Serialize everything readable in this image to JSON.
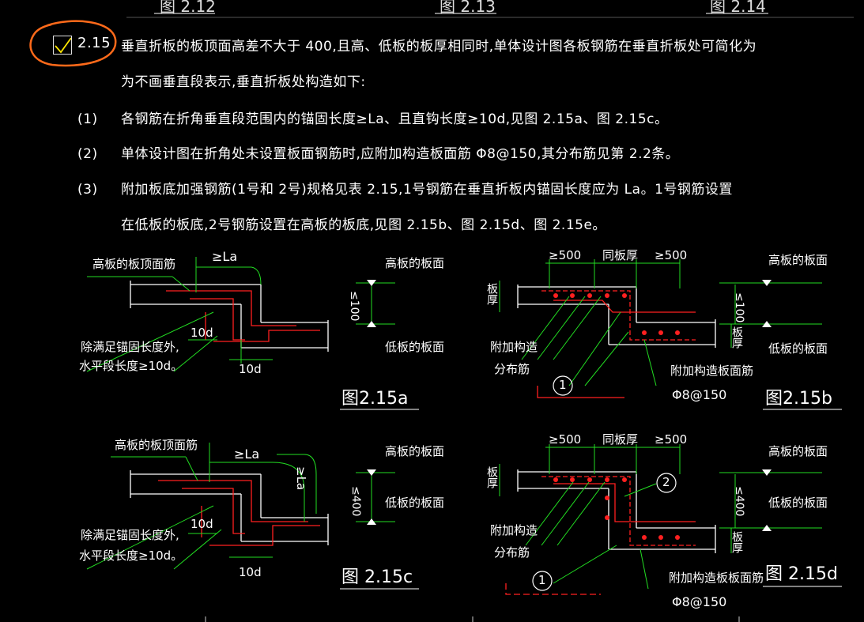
{
  "top_figs": [
    "图 2.12",
    "图 2.13",
    "图 2.14"
  ],
  "section_number": "2.15",
  "intro_line1": "垂直折板的板顶面高差不大于 400,且高、低板的板厚相同时,单体设计图各板钢筋在垂直折板处可简化为",
  "intro_line2": "为不画垂直段表示,垂直折板处构造如下:",
  "items": [
    {
      "num": "(1)",
      "text": "各钢筋在折角垂直段范围内的锚固长度≥La、且直钩长度≥10d,见图 2.15a、图 2.15c。"
    },
    {
      "num": "(2)",
      "text": "单体设计图在折角处未设置板面钢筋时,应附加构造板面筋 Φ8@150,其分布筋见第 2.2条。"
    },
    {
      "num": "(3)",
      "text": "附加板底加强钢筋(1号和 2号)规格见表 2.15,1号钢筋在垂直折板内锚固长度应为 La。1号钢筋设置"
    }
  ],
  "item3_line2": "在低板的板底,2号钢筋设置在高板的板底,见图 2.15b、图 2.15d、图 2.15e。",
  "fig_a": {
    "caption": "图2.15a",
    "high_top_bar": "高板的板顶面筋",
    "la": "≥La",
    "high_top": "高板的板面",
    "low_top": "低板的板面",
    "h100": "≤100",
    "d10_a": "10d",
    "d10_b": "10d",
    "note1": "除满足锚固长度外,",
    "note2": "水平段长度≥10d。"
  },
  "fig_b": {
    "caption": "图2.15b",
    "d500_left": "≥500",
    "same_thick": "同板厚",
    "d500_right": "≥500",
    "high_top": "高板的板面",
    "low_top": "低板的板面",
    "h100": "≤100",
    "thick_left": "板厚",
    "thick_right": "板厚",
    "add_dist1": "附加构造",
    "add_dist2": "分布筋",
    "add_top_bar": "附加构造板面筋",
    "spec": "Φ8@150",
    "circle1": "1"
  },
  "fig_c": {
    "caption": "图 2.15c",
    "high_top_bar": "高板的板顶面筋",
    "la_h": "≥La",
    "la_v": "≥La",
    "high_top": "高板的板面",
    "low_top": "低板的板面",
    "h400": "≤400",
    "d10_a": "10d",
    "d10_b": "10d",
    "note1": "除满足锚固长度外,",
    "note2": "水平段长度≥10d。"
  },
  "fig_d": {
    "caption": "图 2.15d",
    "d500_left": "≥500",
    "same_thick": "同板厚",
    "d500_right": "≥500",
    "high_top": "高板的板面",
    "low_top": "低板的板面",
    "h400": "≤400",
    "thick_left": "板厚",
    "thick_right": "板厚",
    "add_dist1": "附加构造",
    "add_dist2": "分布筋",
    "add_top_bar": "附加构造板板面筋",
    "spec": "Φ8@150",
    "circle1": "1",
    "circle2": "2"
  },
  "colors": {
    "bg": "#000000",
    "line": "#ffffff",
    "rebar": "#ff2020",
    "dim": "#22dd22",
    "annot": "#ff6a1a"
  }
}
